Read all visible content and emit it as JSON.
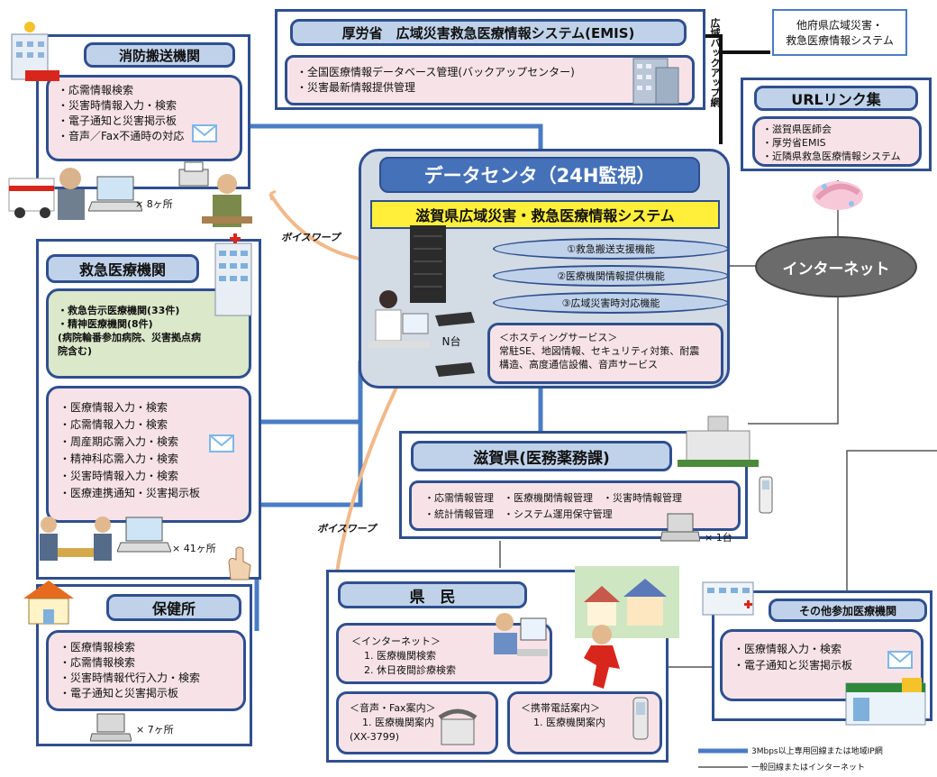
{
  "emis": {
    "title": "厚労省　広域災害救急医療情報システム(EMIS)",
    "items": [
      "・全国医療情報データベース管理(バックアップセンター)",
      "・災害最新情報提供管理"
    ],
    "vertical_label": "広域バックアップ網"
  },
  "other_pref": {
    "line1": "他府県広域災害・",
    "line2": "救急医療情報システム"
  },
  "url_links": {
    "title": "URLリンク集",
    "items": [
      "・滋賀県医師会",
      "・厚労省EMIS",
      "・近隣県救急医療情報システム"
    ]
  },
  "fire": {
    "title": "消防搬送機関",
    "items": [
      "・応需情報検索",
      "・災害時情報入力・検索",
      "・電子通知と災害掲示板",
      "・音声／Fax不通時の対応"
    ],
    "count": "× 8ヶ所"
  },
  "datacenter": {
    "title": "データセンタ（24H監視）",
    "system": "滋賀県広域災害・救急医療情報システム",
    "functions": [
      "①救急搬送支援機能",
      "②医療機関情報提供機能",
      "③広域災害時対応機能"
    ],
    "hosting_title": "＜ホスティングサービス＞",
    "hosting_line1": "常駐SE、地図情報、セキュリティ対策、耐震",
    "hosting_line2": "構造、高度通信設備、音声サービス",
    "server_label": "N台"
  },
  "internet": "インターネット",
  "voice_label": "ボイスワープ",
  "emergency": {
    "title": "救急医療機関",
    "green_lines": [
      "・救急告示医療機関(33件)",
      "・精神医療機関(8件)",
      "(病院輪番参加病院、災害拠点病",
      "院含む)"
    ],
    "items": [
      "・医療情報入力・検索",
      "・応需情報入力・検索",
      "・周産期応需入力・検索",
      "・精神科応需入力・検索",
      "・災害時情報入力・検索",
      "・医療連携通知・災害掲示板"
    ],
    "count": "× 41ヶ所"
  },
  "shiga": {
    "title": "滋賀県(医務薬務課)",
    "line1": "・応需情報管理　・医療機関情報管理　・災害時情報管理",
    "line2": "・統計情報管理　・システム運用保守管理",
    "count": "× 1台"
  },
  "health": {
    "title": "保健所",
    "items": [
      "・医療情報検索",
      "・応需情報検索",
      "・災害時情報代行入力・検索",
      "・電子通知と災害掲示板"
    ],
    "count": "× 7ヶ所"
  },
  "citizens": {
    "title": "県　民",
    "net_title": "＜インターネット＞",
    "net_items": [
      "1. 医療機関検索",
      "2. 休日夜間診療検索"
    ],
    "voice_title": "＜音声・Fax案内＞",
    "voice_items": [
      "1. 医療機関案内",
      "(XX-3799)"
    ],
    "mobile_title": "＜携帯電話案内＞",
    "mobile_items": [
      "1. 医療機関案内"
    ]
  },
  "other_med": {
    "title": "その他参加医療機関",
    "items": [
      "・医療情報入力・検索",
      "・電子通知と災害掲示板"
    ]
  },
  "legend": {
    "thick": "3Mbps以上専用回線または地域IP網",
    "thin": "一般回線またはインターネット"
  },
  "colors": {
    "frame": "#2f4f8f",
    "line": "#4a7cc4",
    "voice": "#f2b98a",
    "system_bg": "#ffef3a"
  }
}
